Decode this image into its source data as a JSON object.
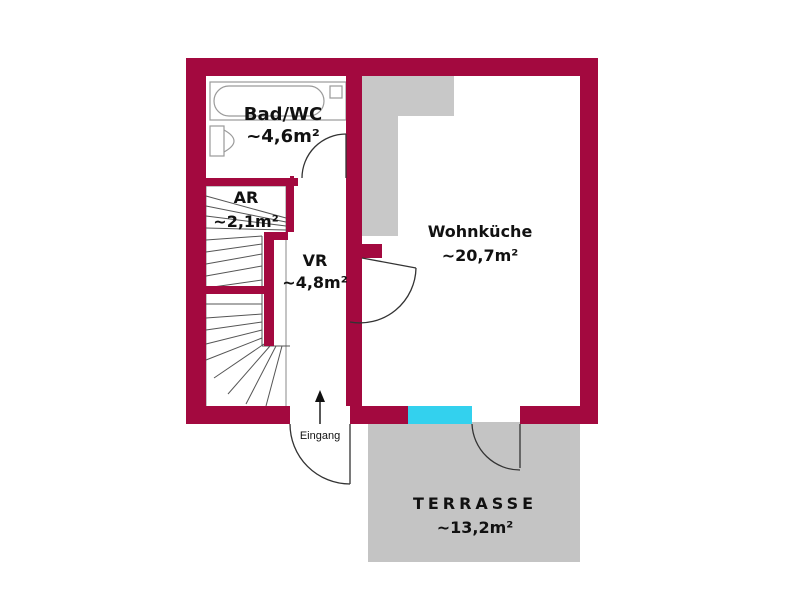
{
  "colors": {
    "wall": "#a3093f",
    "window": "#33d1ee",
    "terrace": "#c4c4c4",
    "counter": "#c8c8c8"
  },
  "rooms": {
    "bad": {
      "name": "Bad/WC",
      "area": "~4,6m²"
    },
    "ar": {
      "name": "AR",
      "area": "~2,1m²"
    },
    "vr": {
      "name": "VR",
      "area": "~4,8m²"
    },
    "wohnkueche": {
      "name": "Wohnküche",
      "area": "~20,7m²"
    },
    "terrasse": {
      "name": "TERRASSE",
      "area": "~13,2m²"
    }
  },
  "entrance": {
    "label": "Eingang",
    "arrow": "up-arrow"
  }
}
